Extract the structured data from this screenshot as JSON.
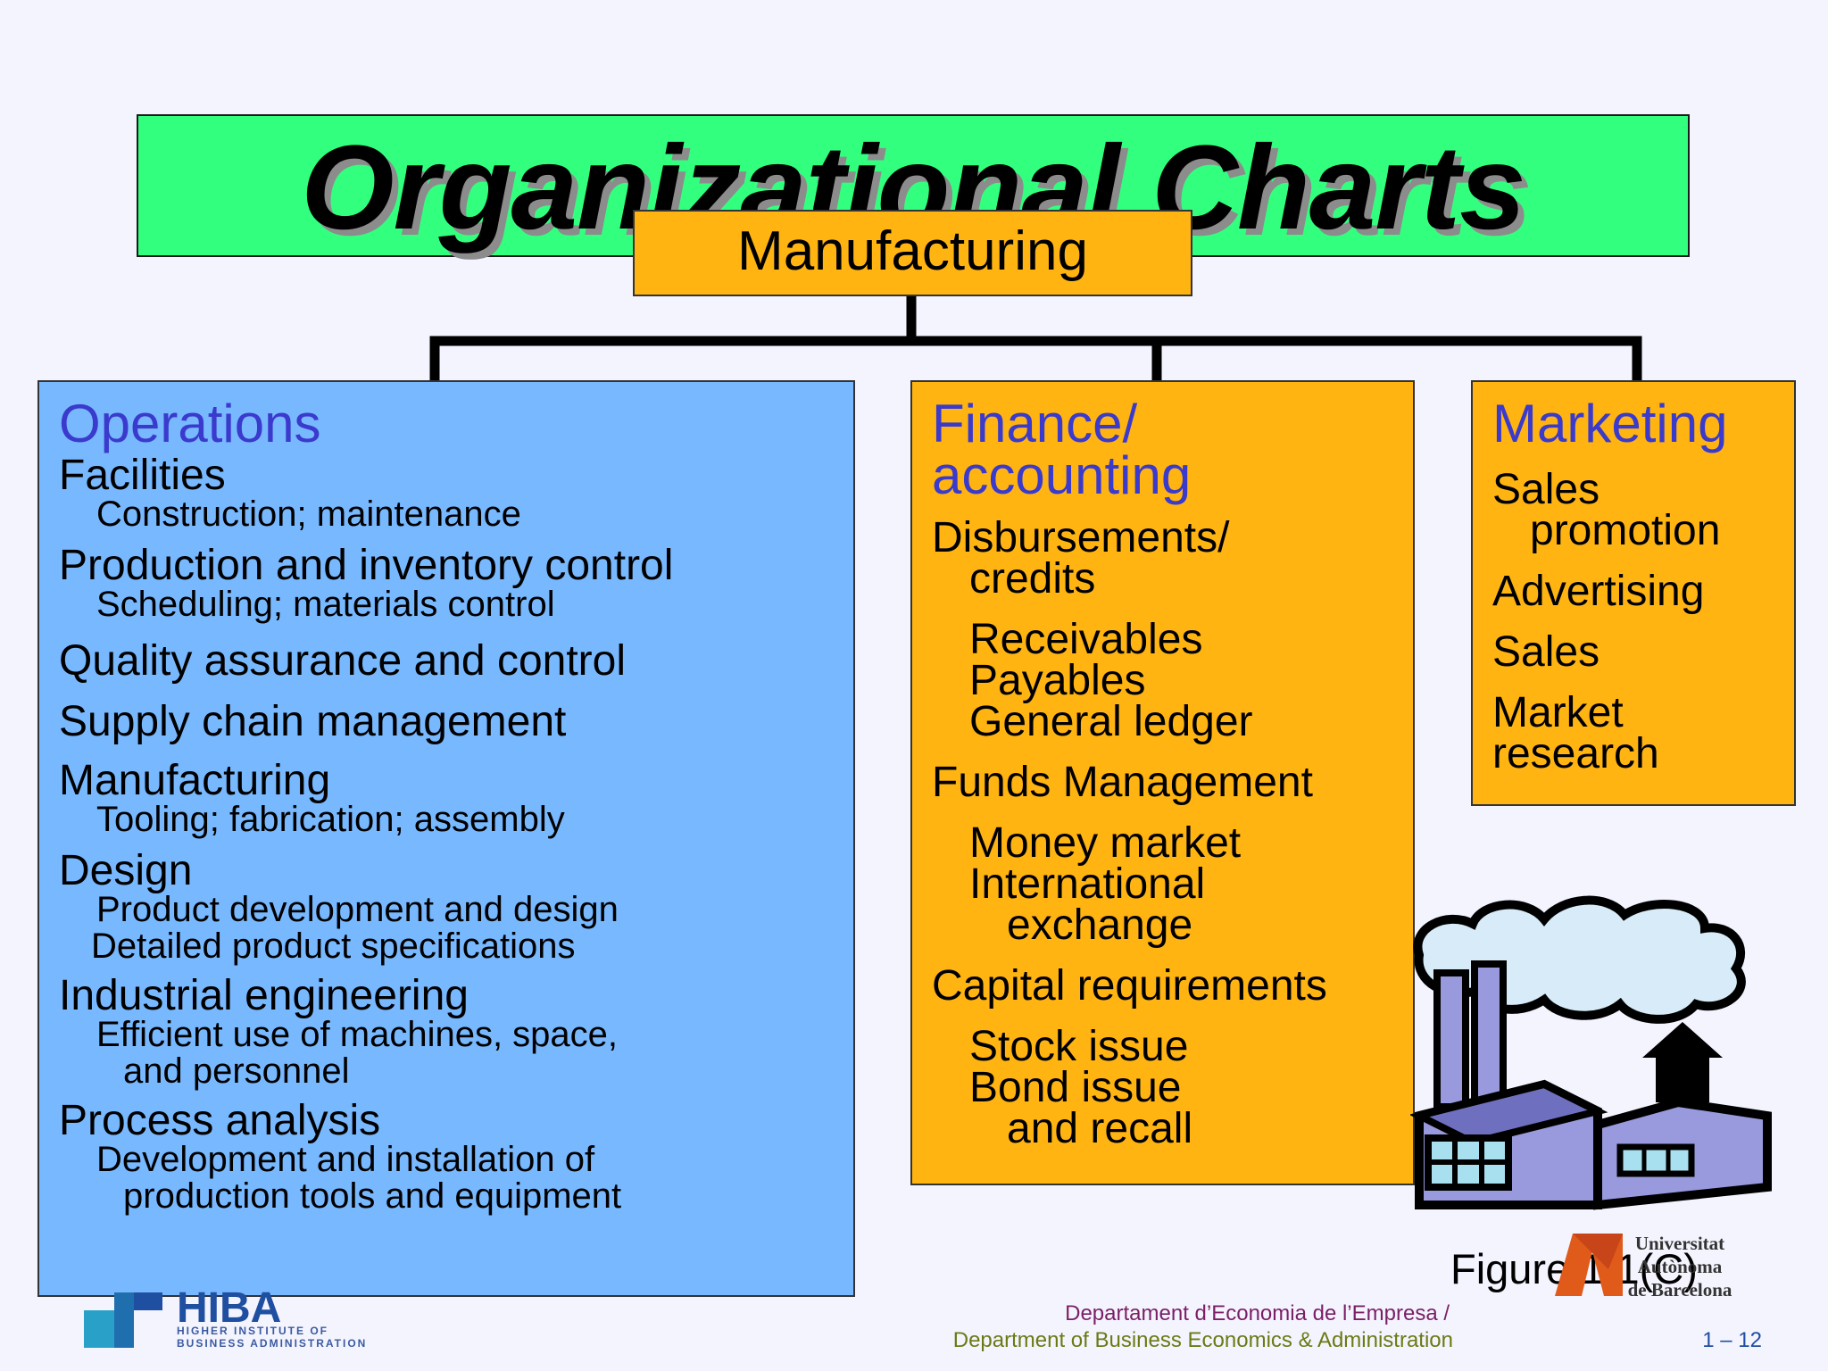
{
  "title": "Organizational Charts",
  "root": {
    "label": "Manufacturing"
  },
  "operations": {
    "title": "Operations",
    "items": [
      {
        "label": "Facilities",
        "subs": [
          "Construction; maintenance"
        ]
      },
      {
        "label": "Production and inventory control",
        "subs": [
          "Scheduling; materials control"
        ]
      },
      {
        "label": "Quality assurance and control",
        "subs": []
      },
      {
        "label": "Supply chain management",
        "subs": []
      },
      {
        "label": "Manufacturing",
        "subs": [
          "Tooling; fabrication; assembly"
        ]
      },
      {
        "label": "Design",
        "subs": [
          "Product development and design",
          "Detailed product specifications"
        ]
      },
      {
        "label": "Industrial engineering",
        "subs": [
          "Efficient use of machines, space,",
          "and personnel"
        ]
      },
      {
        "label": "Process analysis",
        "subs": [
          "Development and installation of",
          "production tools and equipment"
        ]
      }
    ]
  },
  "finance": {
    "title_line1": "Finance/",
    "title_line2": "accounting",
    "disbursements_1": "Disbursements/",
    "disbursements_2": "credits",
    "receivables": "Receivables",
    "payables": "Payables",
    "general_ledger": "General ledger",
    "funds_management": "Funds Management",
    "money_market": "Money market",
    "international": "International",
    "exchange": "exchange",
    "capital_requirements": "Capital requirements",
    "stock_issue": "Stock issue",
    "bond_issue": "Bond issue",
    "and_recall": "and recall"
  },
  "marketing": {
    "title": "Marketing",
    "sales_promotion_1": "Sales",
    "sales_promotion_2": "promotion",
    "advertising": "Advertising",
    "sales": "Sales",
    "market_research_1": "Market",
    "market_research_2": "research"
  },
  "figure_label": "Figure 1.1(C)",
  "footer": {
    "dept_ca": "Departament d’Economia de l’Empresa /",
    "dept_en": "Department of Business Economics & Administration",
    "page": "1 – 12"
  },
  "logos": {
    "hiba_name": "HIBA",
    "hiba_sub_1": "HIGHER INSTITUTE OF",
    "hiba_sub_2": "BUSINESS ADMINISTRATION",
    "uab_1": "Universitat",
    "uab_2": "Autònoma",
    "uab_3": "de Barcelona"
  },
  "colors": {
    "title_banner": "#33ff7f",
    "orange_box": "#ffb412",
    "blue_box": "#78b8ff",
    "box_title": "#3a3acc"
  }
}
